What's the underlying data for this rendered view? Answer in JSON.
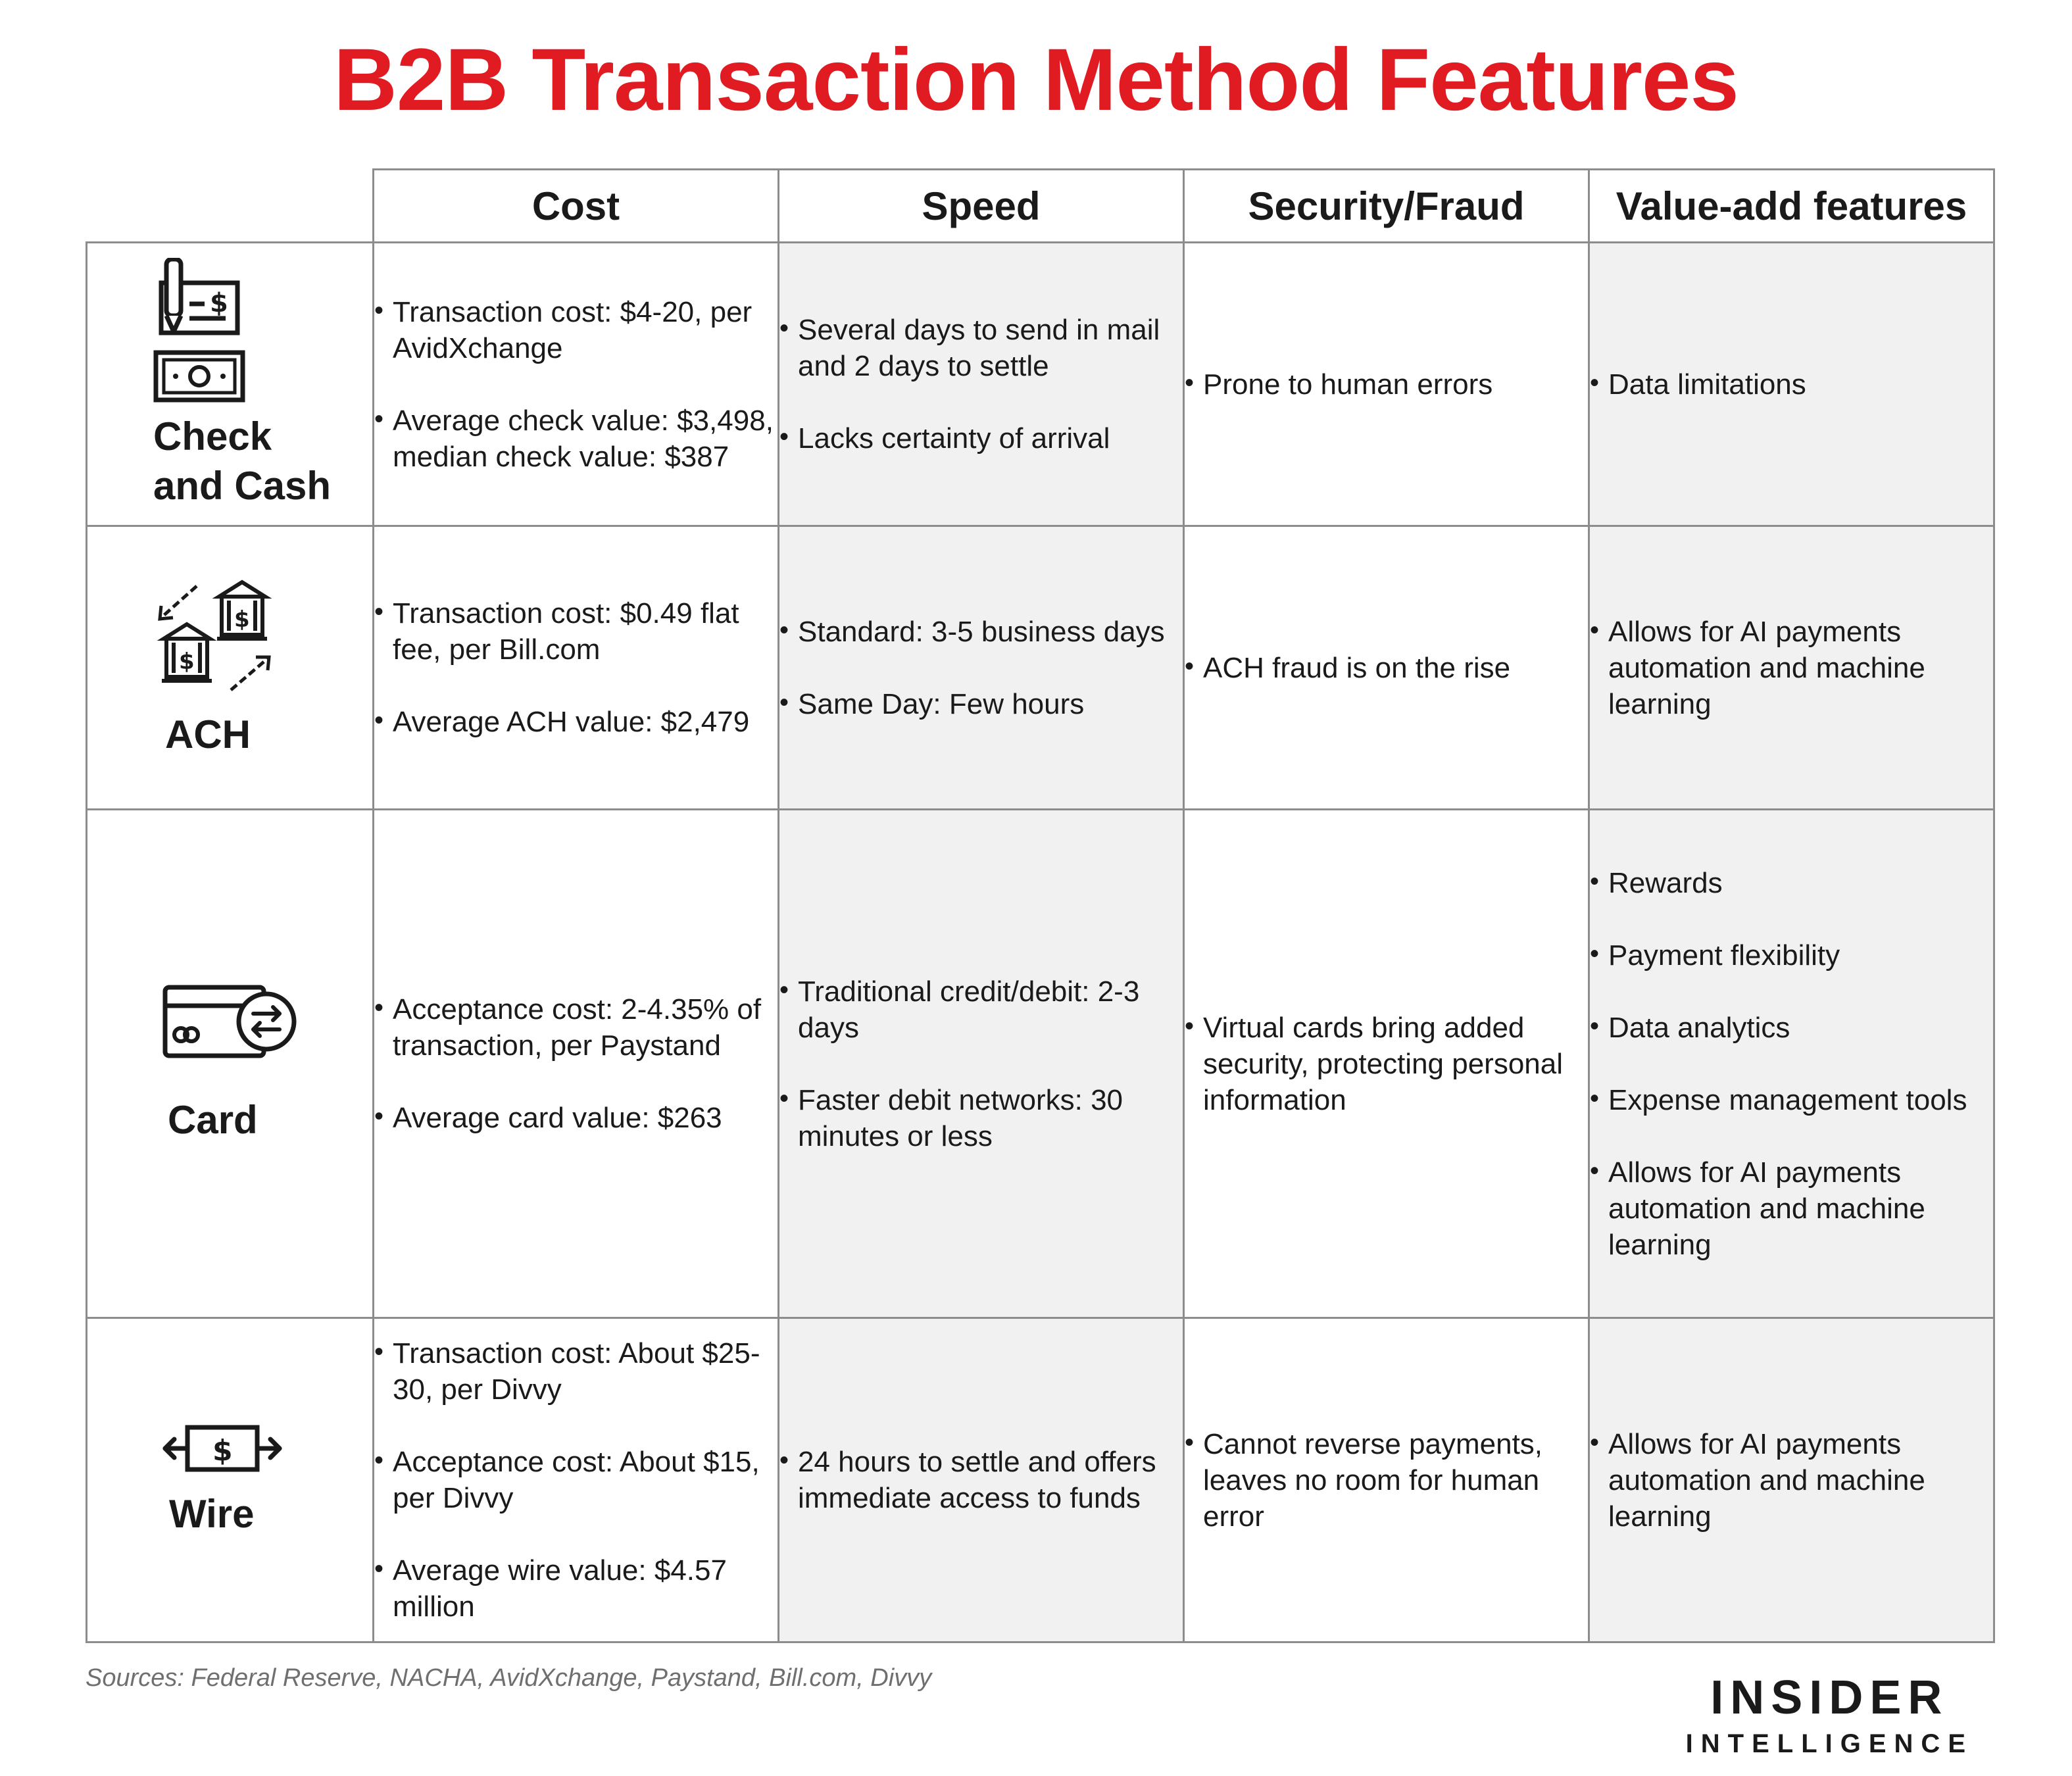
{
  "title": "B2B Transaction Method Features",
  "headers": [
    "Cost",
    "Speed",
    "Security/Fraud",
    "Value-add features"
  ],
  "rows": [
    {
      "method": "Check and Cash",
      "icons": [
        "check-icon",
        "cash-icon"
      ],
      "cost": [
        "Transaction cost: $4-20, per AvidXchange",
        "Average check value: $3,498, median check value: $387"
      ],
      "speed": [
        "Several days to send in mail and 2 days to settle",
        "Lacks certainty of arrival"
      ],
      "security": [
        "Prone to human errors"
      ],
      "value": [
        "Data limitations"
      ]
    },
    {
      "method": "ACH",
      "icons": [
        "bank-transfer-icon"
      ],
      "cost": [
        "Transaction cost: $0.49 flat fee, per Bill.com",
        "Average ACH value: $2,479"
      ],
      "speed": [
        "Standard: 3-5 business days",
        "Same Day: Few hours"
      ],
      "security": [
        "ACH fraud is on the rise"
      ],
      "value": [
        "Allows for AI payments automation and machine learning"
      ]
    },
    {
      "method": "Card",
      "icons": [
        "card-exchange-icon"
      ],
      "cost": [
        "Acceptance cost: 2-4.35% of transaction, per Paystand",
        "Average card value: $263"
      ],
      "speed": [
        "Traditional credit/debit: 2-3 days",
        "Faster debit networks: 30 minutes or less"
      ],
      "security": [
        "Virtual cards bring added security, protecting personal information"
      ],
      "value": [
        "Rewards",
        "Payment flexibility",
        "Data analytics",
        "Expense management tools",
        "Allows for AI payments automation and machine learning"
      ]
    },
    {
      "method": "Wire",
      "icons": [
        "wire-transfer-icon"
      ],
      "cost": [
        "Transaction cost: About $25-30, per Divvy",
        "Acceptance cost: About $15, per Divvy",
        "Average wire value: $4.57 million"
      ],
      "speed": [
        "24 hours to settle and offers immediate access to funds"
      ],
      "security": [
        "Cannot reverse payments, leaves no room for human error"
      ],
      "value": [
        "Allows for AI payments automation and machine learning"
      ]
    }
  ],
  "sources": "Sources: Federal Reserve, NACHA, AvidXchange, Paystand, Bill.com, Divvy",
  "brand": {
    "line1": "INSIDER",
    "line2": "INTELLIGENCE"
  },
  "colors": {
    "title": "#e11b22",
    "shade": "#f0f1f0",
    "border": "#8c8c8c"
  }
}
